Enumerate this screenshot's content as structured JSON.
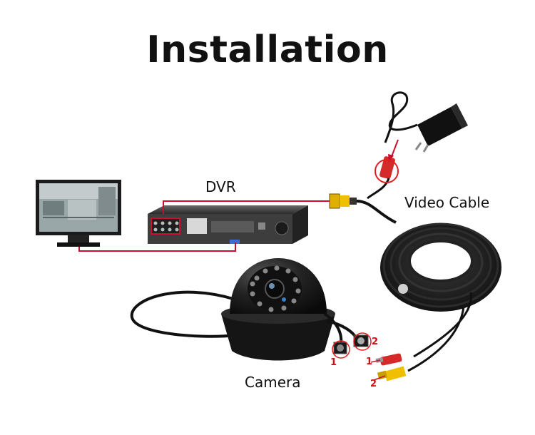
{
  "title": "Installation",
  "labels": {
    "dvr": "DVR",
    "video_cable": "Video Cable",
    "camera": "Camera"
  },
  "markers": {
    "camera_port_1": "1",
    "camera_port_2": "2",
    "cable_end_1": "1",
    "cable_end_2": "2"
  },
  "colors": {
    "connection_line": "#c8102e",
    "highlight_circle": "#e02020",
    "device_body": "#1a1a1a",
    "bnc_yellow": "#f0c000",
    "dc_red": "#d42a2a"
  },
  "icons": {
    "monitor": "monitor-icon",
    "dvr": "dvr-icon",
    "power_adapter": "power-adapter-icon",
    "cable_coil": "cable-coil-icon",
    "camera": "dome-camera-icon"
  }
}
